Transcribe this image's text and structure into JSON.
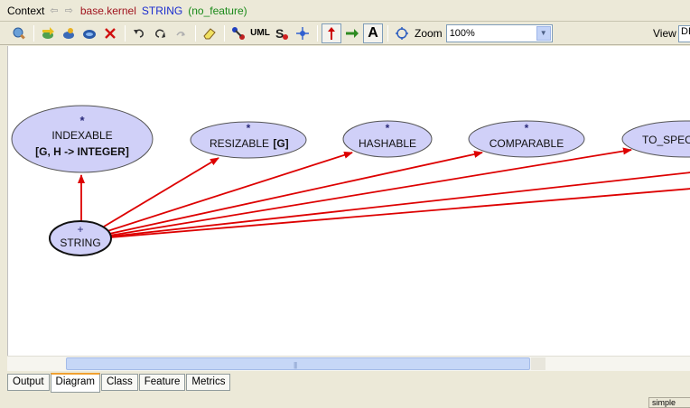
{
  "context": {
    "label": "Context",
    "nav_arrows": "⇦ ⇨",
    "cluster": "base.kernel",
    "class": "STRING",
    "feature": "(no_feature)"
  },
  "toolbar": {
    "zoom_label": "Zoom",
    "zoom_value": "100%",
    "view_label": "View",
    "view_value": "DE",
    "uml_label": "UML",
    "text_tool": "A",
    "colors": {
      "arrow_red": "#cc0000",
      "arrow_green": "#2e8b22"
    }
  },
  "diagram": {
    "node_fill": "#d0d0f8",
    "edge_color": "#dd0000",
    "nodes": [
      {
        "id": "string",
        "marker": "+",
        "name": "STRING"
      },
      {
        "id": "indexable",
        "marker": "*",
        "name": "INDEXABLE",
        "generics": "[G, H -> INTEGER]"
      },
      {
        "id": "resizable",
        "marker": "*",
        "name": "RESIZABLE",
        "generics": "[G]"
      },
      {
        "id": "hashable",
        "marker": "*",
        "name": "HASHABLE"
      },
      {
        "id": "comparable",
        "marker": "*",
        "name": "COMPARABLE"
      },
      {
        "id": "to_special",
        "marker": "",
        "name": "TO_SPEC"
      }
    ]
  },
  "tabs": [
    {
      "label": "Output"
    },
    {
      "label": "Diagram"
    },
    {
      "label": "Class"
    },
    {
      "label": "Feature"
    },
    {
      "label": "Metrics"
    }
  ],
  "status": {
    "mode": "simple"
  }
}
